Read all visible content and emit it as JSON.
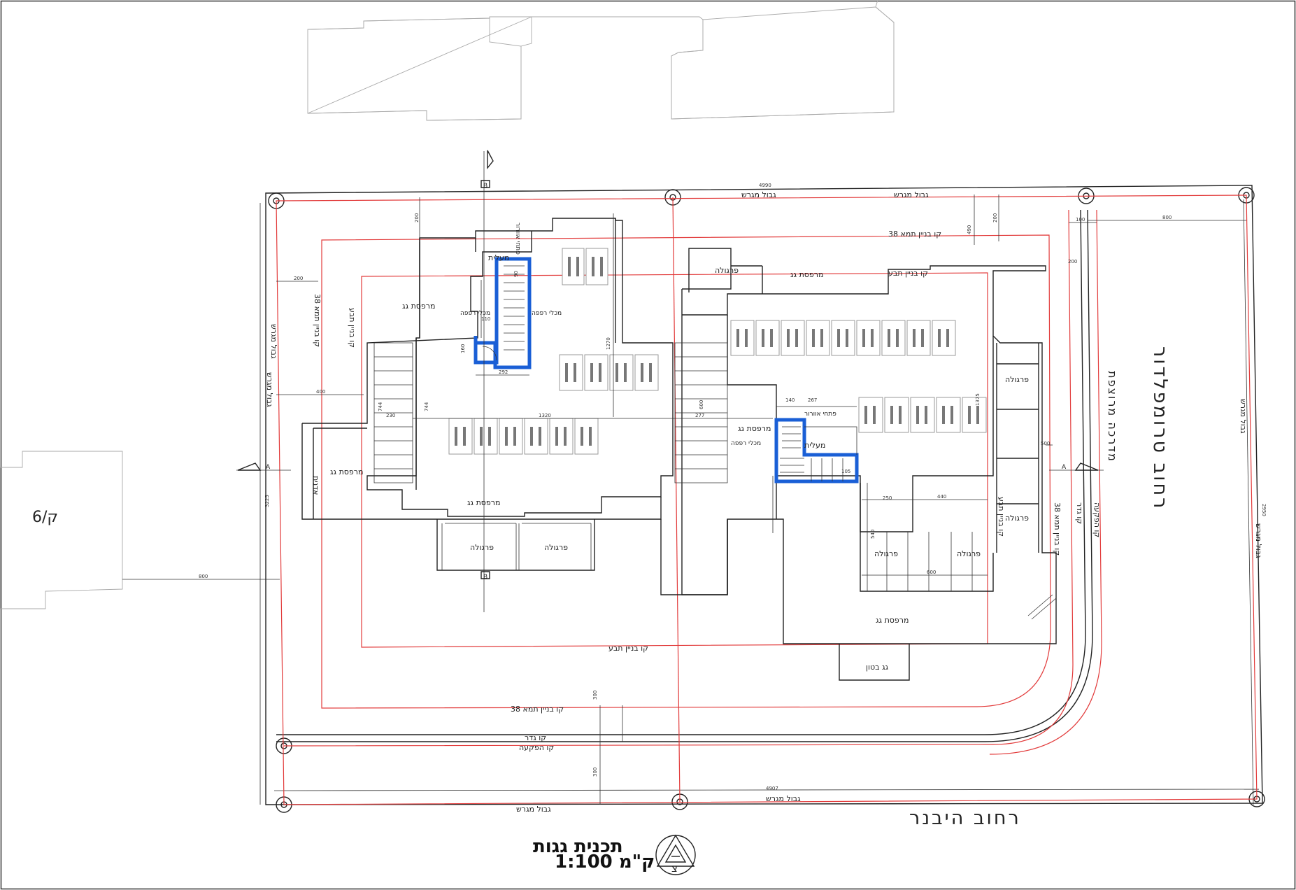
{
  "drawing": {
    "title": "תכנית גגות",
    "scale": "ק\"מ 1:100",
    "north_letter": "צ"
  },
  "streets": {
    "south": "רחוב היבנר",
    "east": "רחוב טרומפלדור",
    "east_walk": "מדרכה מרוצפת"
  },
  "neighbor_parcel": "6/ק",
  "section_markers": {
    "a": "A",
    "b": "B"
  },
  "plot_labels": {
    "boundary": "גבול מגרש",
    "tama_line": "קו בניין תמא 38",
    "taba_line": "קו בניין תבע",
    "fence_line": "קו גדר",
    "expropriation_line": "קו הפקעה"
  },
  "rooms": {
    "roof_terrace": "מרפסת גג",
    "pergola": "פרגולה",
    "elevator": "מעלית",
    "vent_opening": "פתחי אוורור",
    "vent_opening_2": "פתחי אוורור",
    "water_tank": "מכלי רפפה",
    "planter": "אדנית",
    "concrete_roof": "גג בטון"
  },
  "dims": {
    "d4990": "4990",
    "d4907": "4907",
    "d1320": "1320",
    "d1270": "1270",
    "d800": "800",
    "d500": "500",
    "d400": "400",
    "d300": "300",
    "d200": "200",
    "d100": "100",
    "d90": "90",
    "d440": "440",
    "d600": "600",
    "d292": "292",
    "d267": "267",
    "d160": "160",
    "d140": "140",
    "d110": "110",
    "d105": "105",
    "d250": "250",
    "d540": "540",
    "d744": "744",
    "d230": "230",
    "d277": "277",
    "d600b": "600",
    "d3225": "3225",
    "d2950": "2950",
    "d490": "490",
    "d1375": "1375"
  },
  "colors": {
    "building_line": "#e23b3b",
    "stair_walls": "#1a5fd6",
    "lines": "#222222"
  }
}
